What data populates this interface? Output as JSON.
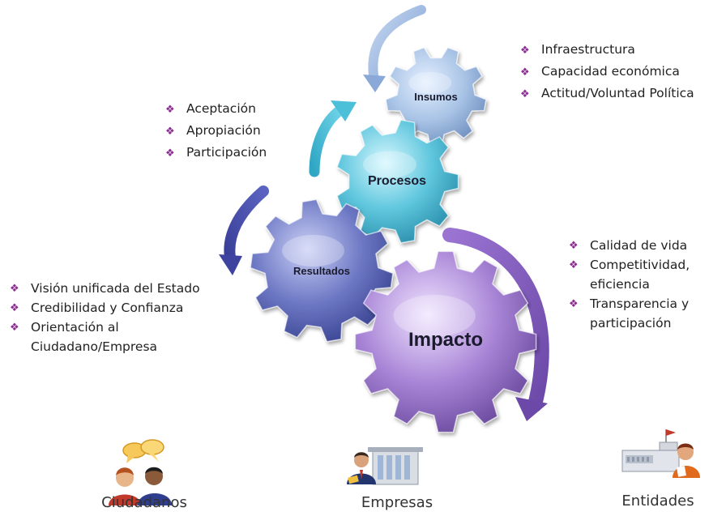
{
  "gears": [
    {
      "id": "insumos",
      "label": "Insumos",
      "color": "#a9c4e6"
    },
    {
      "id": "procesos",
      "label": "Procesos",
      "color": "#5ec6dd"
    },
    {
      "id": "resultados",
      "label": "Resultados",
      "color": "#6d78c4"
    },
    {
      "id": "impacto",
      "label": "Impacto",
      "color": "#a07cd2"
    }
  ],
  "bullet_lists": {
    "insumos": [
      "Infraestructura",
      "Capacidad económica",
      "Actitud/Voluntad Política"
    ],
    "procesos": [
      "Aceptación",
      "Apropiación",
      "Participación"
    ],
    "resultados": [
      "Visión unificada del Estado",
      "Credibilidad y Confianza",
      "Orientación al",
      "Ciudadano/Empresa"
    ],
    "impacto": [
      "Calidad de vida",
      "Competitividad,",
      "eficiencia",
      "Transparencia y",
      "participación"
    ]
  },
  "bullet_glyph": "❖",
  "groups": {
    "ciudadanos": "Ciudadanos",
    "empresas": "Empresas",
    "entidades": "Entidades"
  },
  "icons": [
    "two-people-talking-icon",
    "businessman-building-icon",
    "government-building-official-icon"
  ]
}
